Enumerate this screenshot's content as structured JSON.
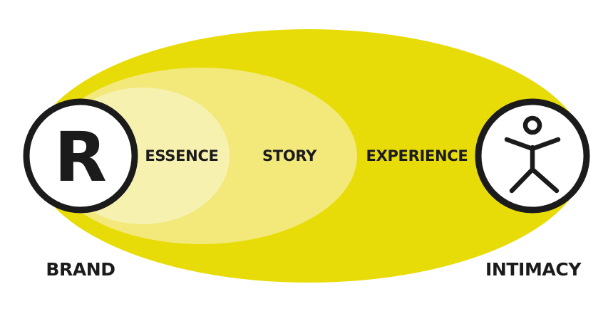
{
  "diagram": {
    "zones": {
      "essence": "ESSENCE",
      "story": "STORY",
      "experience": "EXPERIENCE"
    },
    "ends": {
      "brand": "BRAND",
      "intimacy": "INTIMACY"
    },
    "brand_symbol": {
      "letter": "R",
      "icon": "registered-trademark-icon"
    },
    "intimacy_symbol": {
      "icon": "person-icon"
    },
    "colors": {
      "experience_fill": "#e8dc08",
      "story_fill": "#f2e97a",
      "essence_fill": "#f7f1b0",
      "outline": "#1b1b1b",
      "text": "#1b1b1b"
    }
  }
}
